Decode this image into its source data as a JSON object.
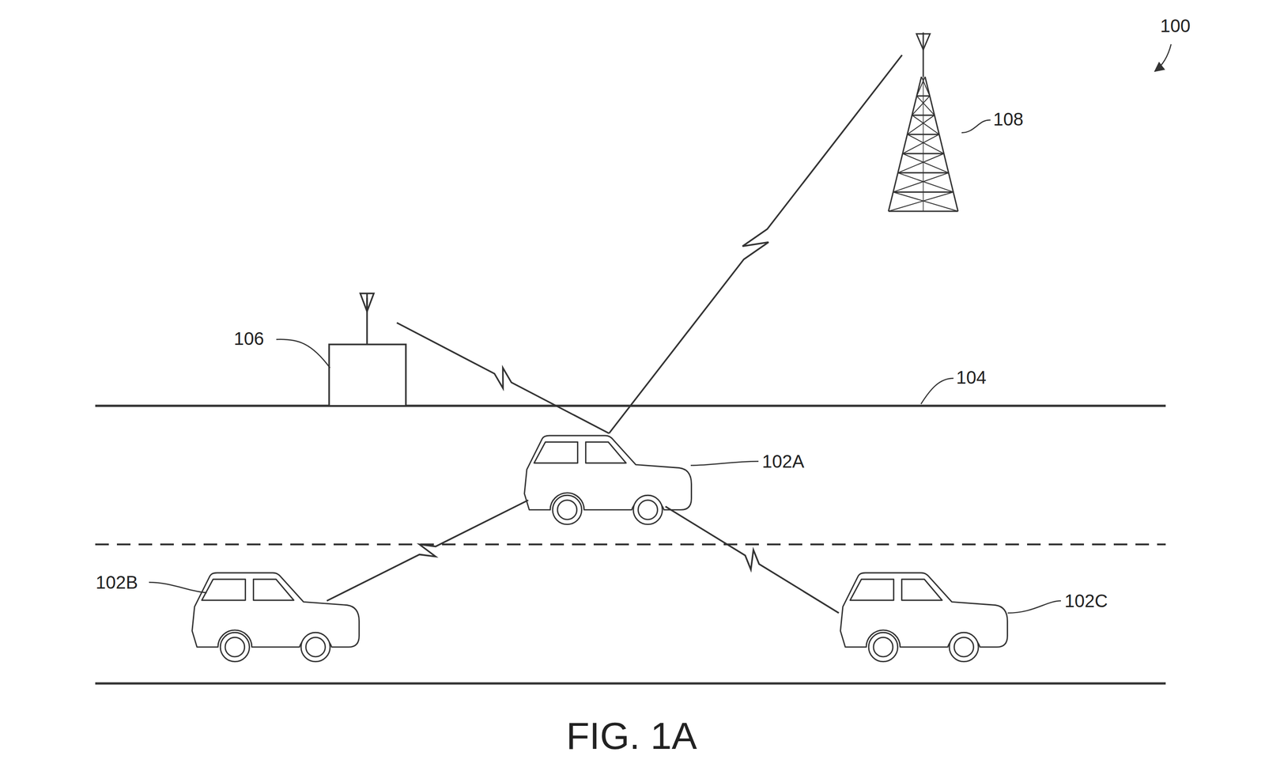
{
  "diagram": {
    "caption": "FIG. 1A",
    "labels": [
      "100",
      "108",
      "106",
      "104",
      "102A",
      "102B",
      "102C"
    ]
  }
}
